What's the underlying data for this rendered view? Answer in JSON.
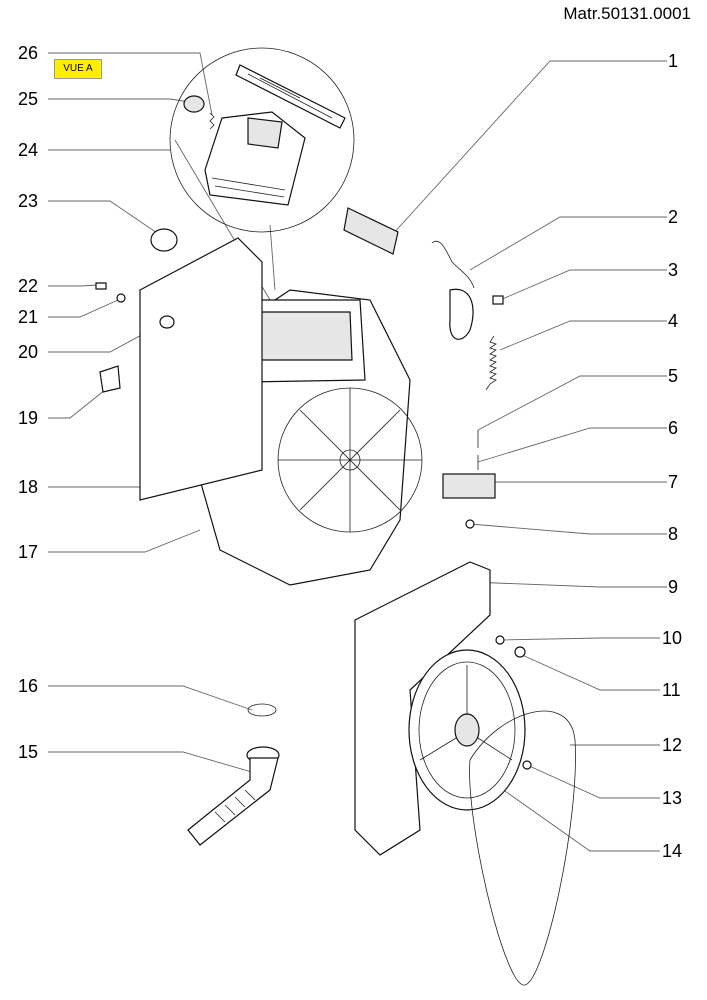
{
  "header": {
    "reference": "Matr.50131.0001"
  },
  "view_label": "VUE A",
  "callouts": {
    "c1": "1",
    "c2": "2",
    "c3": "3",
    "c4": "4",
    "c5": "5",
    "c6": "6",
    "c7": "7",
    "c8": "8",
    "c9": "9",
    "c10": "10",
    "c11": "11",
    "c12": "12",
    "c13": "13",
    "c14": "14",
    "c15": "15",
    "c16": "16",
    "c17": "17",
    "c18": "18",
    "c19": "19",
    "c20": "20",
    "c21": "21",
    "c22": "22",
    "c23": "23",
    "c24": "24",
    "c25": "25",
    "c26": "26"
  }
}
